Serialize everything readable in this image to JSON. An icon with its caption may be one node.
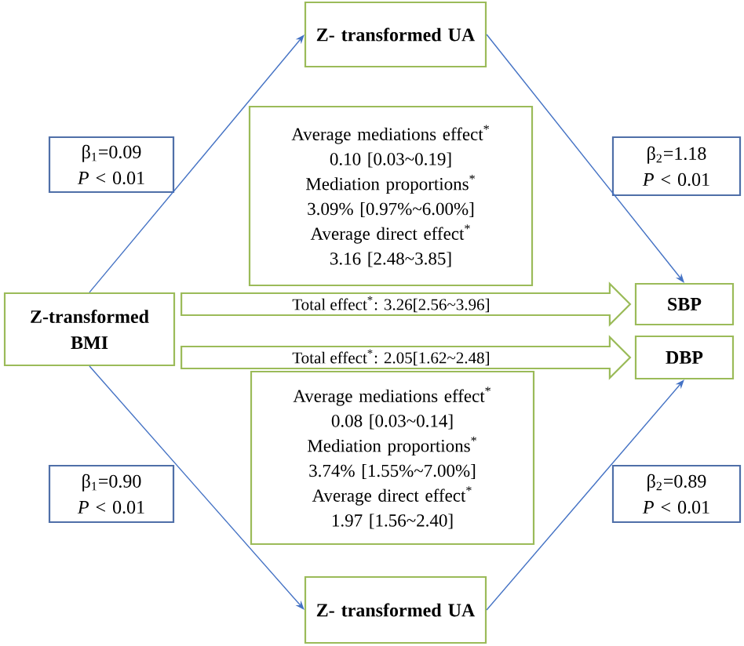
{
  "diagram": {
    "nodes": [
      {
        "text": [
          "Z-transformed BMI"
        ]
      },
      {
        "text": [
          "Z- transformed UA"
        ]
      },
      {
        "text": [
          "SBP"
        ]
      },
      {
        "text": [
          "DBP"
        ]
      },
      {
        "text": [
          "Z- transformed UA"
        ]
      },
      {
        "text": [
          "Average mediations effect$^{*}$",
          "0.10 [0.03~0.19]",
          "Mediation proportions$^{*}$",
          "3.09% [0.97%~6.00%]",
          "Average direct effect$^{*}$",
          "3.16 [2.48~3.85]"
        ]
      },
      {
        "text": [
          "Average mediations effect$^{*}$",
          "0.08 [0.03~0.14]",
          "Mediation proportions$^{*}$",
          "3.74% [1.55%~7.00%]",
          "Average direct effect$^{*}$",
          "1.97 [1.56~2.40]"
        ]
      },
      {
        "text": [
          "β$_{1}$=0.09",
          "*P* < 0.01"
        ]
      },
      {
        "text": [
          "β$_{2}$=1.18",
          "*P* < 0.01"
        ]
      },
      {
        "text": [
          "β$_{1}$=0.90",
          "*P* < 0.01"
        ]
      },
      {
        "text": [
          "β$_{2}$=0.89",
          "*P* < 0.01"
        ]
      }
    ],
    "edges": [
      {
        "from": 0,
        "to": 1,
        "arrow": "to"
      },
      {
        "from": 1,
        "to": 2,
        "arrow": "to"
      },
      {
        "from": 0,
        "to": 4,
        "arrow": "to"
      },
      {
        "from": 4,
        "to": 3,
        "arrow": "to"
      },
      {
        "from": 0,
        "to": 2,
        "arrow": "to",
        "label": "Total effect$^{*}$: 3.26[2.56~3.96]",
        "style": "thick",
        "color": "#9bbb59"
      },
      {
        "from": 0,
        "to": 3,
        "arrow": "to",
        "label": "Total effect$^{*}$: 2.05[1.62~2.48]",
        "style": "thick",
        "color": "#9bbb59"
      }
    ]
  }
}
